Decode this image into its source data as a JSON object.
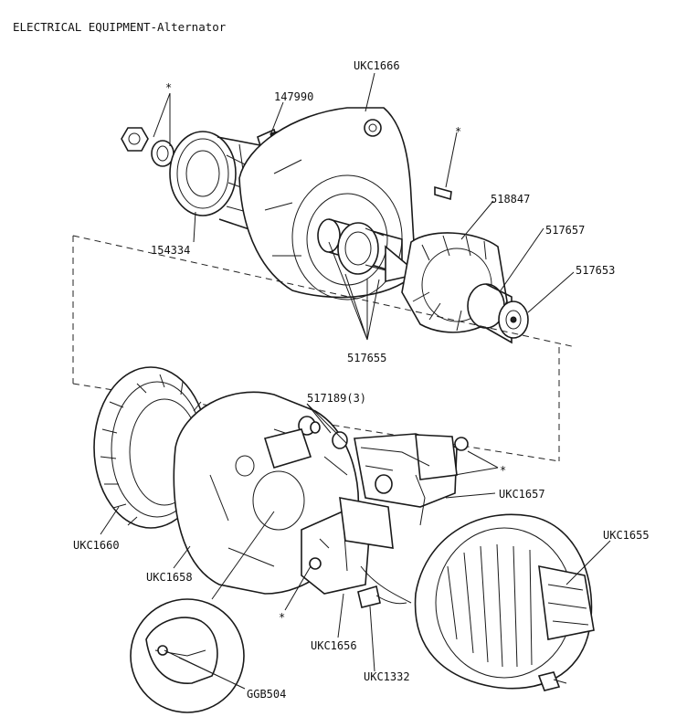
{
  "title": "ELECTRICAL EQUIPMENT-Alternator",
  "labels": {
    "ukc1666": "UKC1666",
    "p147990": "147990",
    "star_top_left": "*",
    "star_key": "*",
    "p154334": "154334",
    "p518847": "518847",
    "p517657": "517657",
    "p517653": "517653",
    "p517655": "517655",
    "p517189": "517189(3)",
    "star_right": "*",
    "ukc1657": "UKC1657",
    "ukc1655": "UKC1655",
    "ukc1660": "UKC1660",
    "ukc1658": "UKC1658",
    "star_bottom": "*",
    "ukc1656": "UKC1656",
    "ukc1332": "UKC1332",
    "ggb504": "GGB504"
  }
}
